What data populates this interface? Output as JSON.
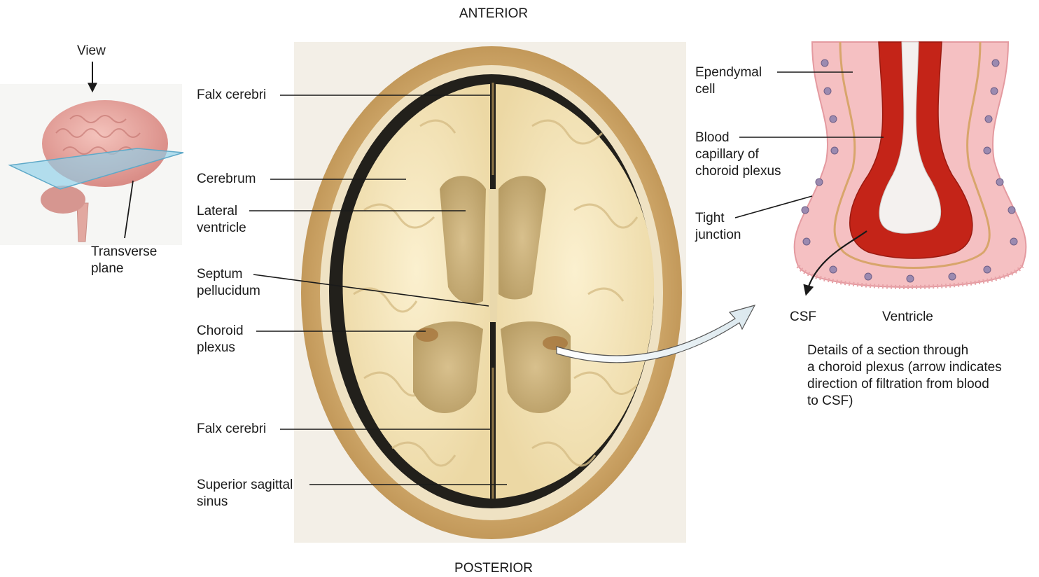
{
  "orientation": {
    "top": "ANTERIOR",
    "bottom": "POSTERIOR"
  },
  "inset_labels": {
    "view": "View",
    "transverse_plane": "Transverse\nplane"
  },
  "brain_section_labels": [
    "Falx cerebri",
    "Cerebrum",
    "Lateral\nventricle",
    "Septum\npellucidum",
    "Choroid\nplexus",
    "Falx cerebri",
    "Superior sagittal\nsinus"
  ],
  "choroid_detail_labels": [
    "Ependymal\ncell",
    "Blood\ncapillary of\nchoroid plexus",
    "Tight\njunction",
    "CSF",
    "Ventricle"
  ],
  "caption": "Details of a section through\na choroid plexus (arrow indicates\ndirection of filtration from blood\nto CSF)",
  "colors": {
    "bone": "#d1a766",
    "meninges": "#1f1d19",
    "brain_tissue": "#f4e3b8",
    "ventricle_shadow": "#c5ae7a",
    "blood": "#c42418",
    "ependyma": "#f5c0c2",
    "transverse_plane": "#8ecfe9",
    "brain_inset": "#e9a8a2"
  }
}
